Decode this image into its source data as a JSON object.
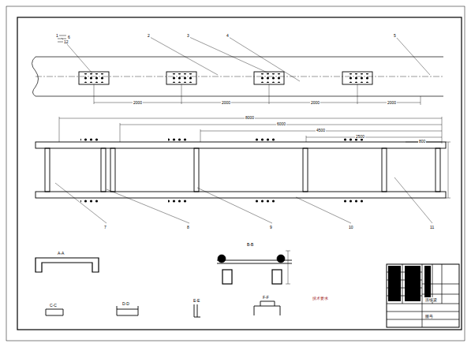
{
  "diagram": {
    "labels": [
      "1",
      "2",
      "3",
      "4",
      "5",
      "6",
      "7",
      "8",
      "9",
      "10",
      "11",
      "12",
      "2000",
      "2000",
      "2000",
      "2000",
      "8000",
      "6000",
      "4500",
      "2500",
      "800",
      "A-A",
      "B-B",
      "C-C",
      "D-D",
      "E-E",
      "F-F",
      "技术要求",
      "连续梁",
      "图号"
    ]
  }
}
